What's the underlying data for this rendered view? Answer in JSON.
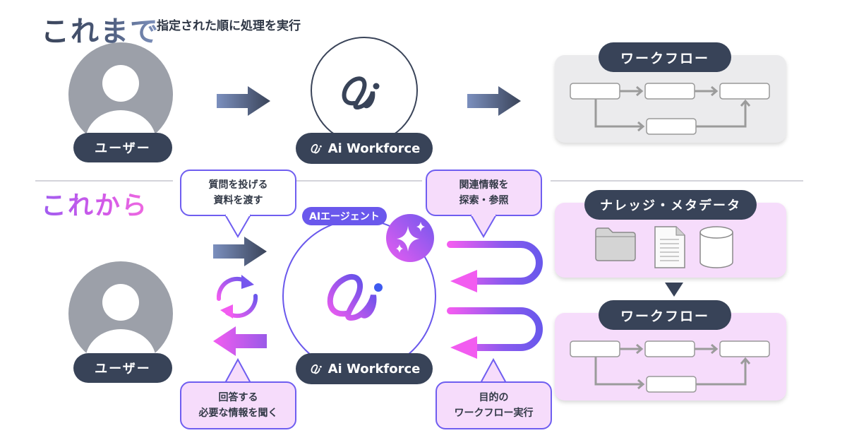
{
  "before": {
    "title": "これまで",
    "subtitle": "指定された順に処理を実行",
    "user_label": "ユーザー",
    "product_label": "Ai Workforce",
    "workflow_label": "ワークフロー"
  },
  "after": {
    "title": "これから",
    "user_label": "ユーザー",
    "agent_badge": "AIエージェント",
    "product_label": "Ai Workforce",
    "bubble_ask": [
      "質問を投げる",
      "資料を渡す"
    ],
    "bubble_answer": [
      "回答する",
      "必要な情報を聞く"
    ],
    "bubble_search": [
      "関連情報を",
      "探索・参照"
    ],
    "bubble_execute": [
      "目的の",
      "ワークフロー実行"
    ],
    "knowledge_label": "ナレッジ・メタデータ",
    "knowledge_icons": [
      "folder-icon",
      "document-icon",
      "database-icon"
    ],
    "workflow_label": "ワークフロー"
  },
  "colors": {
    "navy": "#384358",
    "purple": "#6a58ec",
    "pink": "#f25cf0",
    "light_pink": "#f6dcfb",
    "light_gray": "#ebebed",
    "avatar_gray": "#9ca0a9"
  }
}
